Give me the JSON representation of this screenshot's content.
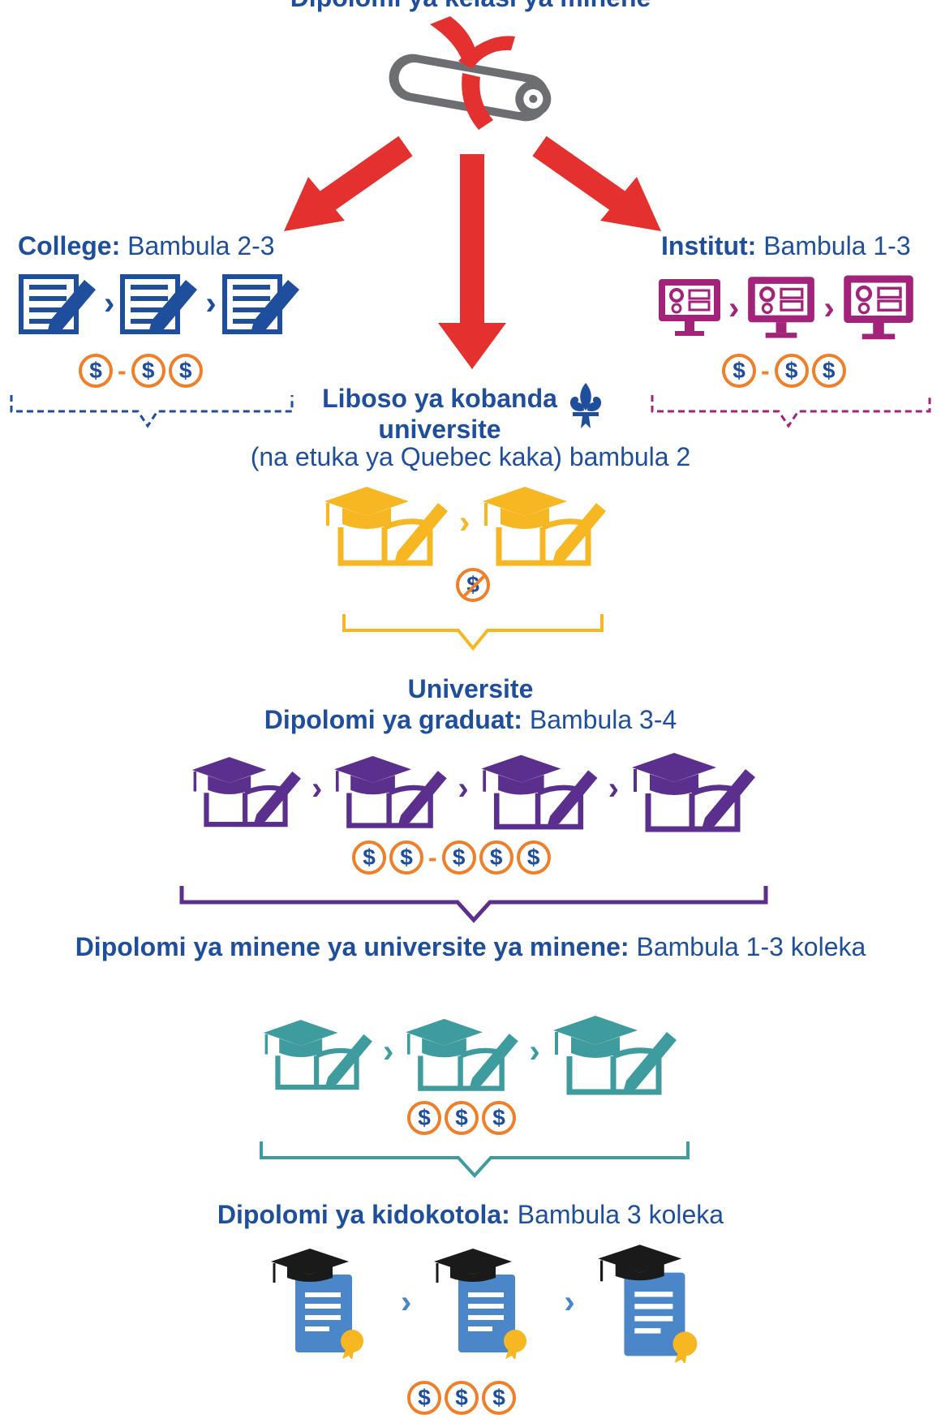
{
  "colors": {
    "red": "#e4312f",
    "navy": "#1e4e9c",
    "orange": "#f07f2b",
    "yellow": "#f6b723",
    "purple": "#5b2f8e",
    "teal": "#3e9c9f",
    "magenta": "#a3237a",
    "black": "#1a1a1a",
    "doc_blue": "#4a86c8"
  },
  "top_title": "Dipolomi ya kelasi ya minene",
  "college": {
    "title": "College:",
    "duration": "Bambula 2-3",
    "icon": "edit-document-icon"
  },
  "institut": {
    "title": "Institut:",
    "duration": "Bambula 1-3",
    "icon": "computer-gears-icon"
  },
  "pre_university": {
    "title": "Liboso ya kobanda universite",
    "subtitle": "(na etuka ya Quebec kaka) bambula 2",
    "icon": "fleur-de-lis-icon"
  },
  "university": {
    "heading": "Universite",
    "title": "Dipolomi ya graduat:",
    "duration": "Bambula 3-4"
  },
  "masters": {
    "title": "Dipolomi ya minene ya universite ya minene:",
    "duration": "Bambula 1-3 koleka"
  },
  "doctorate": {
    "title": "Dipolomi ya kidokotola:",
    "duration": "Bambula 3 koleka"
  },
  "symbols": {
    "dollar": "$",
    "dash": "-",
    "chevron": "›"
  }
}
